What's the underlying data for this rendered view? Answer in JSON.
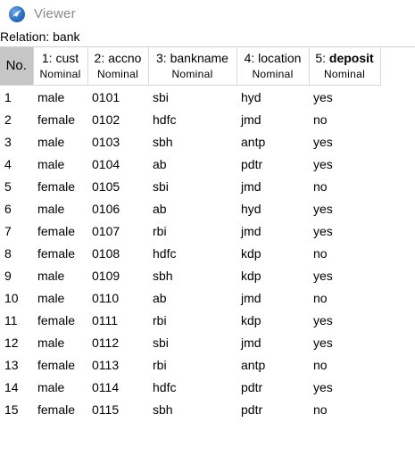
{
  "window": {
    "title": "Viewer",
    "icon": "weka-bird-icon"
  },
  "relation_label": "Relation: bank",
  "table": {
    "row_number_header": "No.",
    "columns": [
      {
        "label": "1: cust",
        "type": "Nominal",
        "bold": false
      },
      {
        "label": "2: accno",
        "type": "Nominal",
        "bold": false
      },
      {
        "label": "3: bankname",
        "type": "Nominal",
        "bold": false
      },
      {
        "label": "4: location",
        "type": "Nominal",
        "bold": false
      },
      {
        "label_prefix": "5: ",
        "label_bold": "deposit",
        "type": "Nominal",
        "bold": true
      }
    ],
    "rows": [
      {
        "no": "1",
        "cells": [
          "male",
          "0101",
          "sbi",
          "hyd",
          "yes"
        ]
      },
      {
        "no": "2",
        "cells": [
          "female",
          "0102",
          "hdfc",
          "jmd",
          "no"
        ]
      },
      {
        "no": "3",
        "cells": [
          "male",
          "0103",
          "sbh",
          "antp",
          "yes"
        ]
      },
      {
        "no": "4",
        "cells": [
          "male",
          "0104",
          "ab",
          "pdtr",
          "yes"
        ]
      },
      {
        "no": "5",
        "cells": [
          "female",
          "0105",
          "sbi",
          "jmd",
          "no"
        ]
      },
      {
        "no": "6",
        "cells": [
          "male",
          "0106",
          "ab",
          "hyd",
          "yes"
        ]
      },
      {
        "no": "7",
        "cells": [
          "female",
          "0107",
          "rbi",
          "jmd",
          "yes"
        ]
      },
      {
        "no": "8",
        "cells": [
          "female",
          "0108",
          "hdfc",
          "kdp",
          "no"
        ]
      },
      {
        "no": "9",
        "cells": [
          "male",
          "0109",
          "sbh",
          "kdp",
          "yes"
        ]
      },
      {
        "no": "10",
        "cells": [
          "male",
          "0110",
          "ab",
          "jmd",
          "no"
        ]
      },
      {
        "no": "11",
        "cells": [
          "female",
          "0111",
          "rbi",
          "kdp",
          "yes"
        ]
      },
      {
        "no": "12",
        "cells": [
          "male",
          "0112",
          "sbi",
          "jmd",
          "yes"
        ]
      },
      {
        "no": "13",
        "cells": [
          "female",
          "0113",
          "rbi",
          "antp",
          "no"
        ]
      },
      {
        "no": "14",
        "cells": [
          "male",
          "0114",
          "hdfc",
          "pdtr",
          "yes"
        ]
      },
      {
        "no": "15",
        "cells": [
          "female",
          "0115",
          "sbh",
          "pdtr",
          "no"
        ]
      }
    ]
  }
}
